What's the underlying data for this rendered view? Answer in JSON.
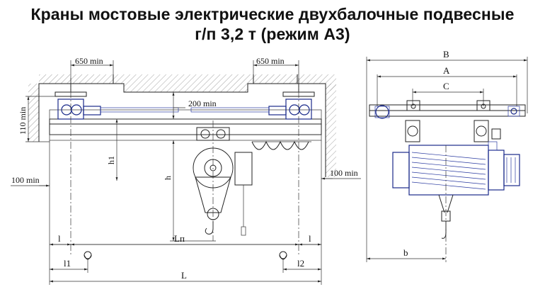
{
  "title": {
    "line1": "Краны мостовые электрические двухбалочные подвесные",
    "line2": "г/п 3,2 т (режим А3)"
  },
  "front_view": {
    "dims": {
      "left_top": "650 min",
      "right_top": "650 min",
      "center_top": "200 min",
      "left_vertical": "110 min",
      "left_side": "100 min",
      "right_side": "100 min",
      "h1": "h1",
      "h": "h",
      "l_left": "l",
      "l_right": "l",
      "span": "Lп",
      "l1": "l1",
      "l2": "l2",
      "total": "L"
    }
  },
  "side_view": {
    "dims": {
      "B": "B",
      "A": "A",
      "C": "C",
      "b": "b"
    }
  },
  "colors": {
    "line": "#222222",
    "equipment": "#1a2a8a",
    "hatch": "#666666"
  }
}
